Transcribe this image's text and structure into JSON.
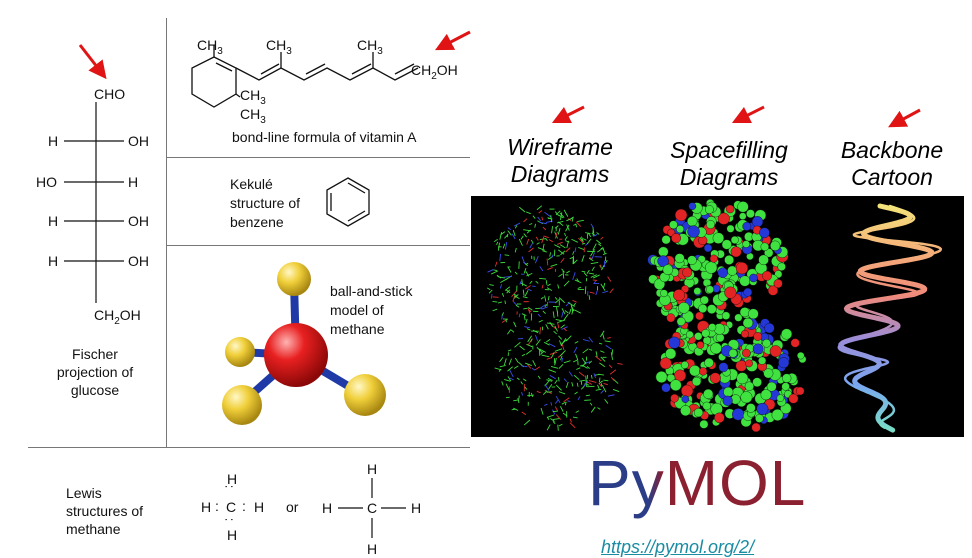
{
  "fischer": {
    "top": "CHO",
    "rows": [
      {
        "left": "H",
        "right": "OH"
      },
      {
        "left": "HO",
        "right": "H"
      },
      {
        "left": "H",
        "right": "OH"
      },
      {
        "left": "H",
        "right": "OH"
      }
    ],
    "bottom_pre": "CH",
    "bottom_sub": "2",
    "bottom_post": "OH",
    "caption": [
      "Fischer",
      "projection of",
      "glucose"
    ]
  },
  "vitamin_a": {
    "methyl": "CH",
    "methyl_sub": "3",
    "ch2oh_pre": "CH",
    "ch2oh_sub": "2",
    "ch2oh_post": "OH",
    "caption": "bond-line formula of vitamin A"
  },
  "benzene": {
    "caption": [
      "Kekulé",
      "structure of",
      "benzene"
    ]
  },
  "methane_ball": {
    "caption": [
      "ball-and-stick",
      "model of",
      "methane"
    ]
  },
  "lewis": {
    "caption": [
      "Lewis",
      "structures of",
      "methane"
    ],
    "h": "H",
    "c": "C",
    "colon": ":",
    "or": "or"
  },
  "representations": [
    {
      "line1": "Wireframe",
      "line2": "Diagrams"
    },
    {
      "line1": "Spacefilling",
      "line2": "Diagrams"
    },
    {
      "line1": "Backbone",
      "line2": "Cartoon"
    }
  ],
  "pymol": {
    "logo_text": "PyMOL",
    "url": "https://pymol.org/2/"
  },
  "colors": {
    "arrow": "#e01414",
    "grid_line": "#777777",
    "mol_background": "#000000",
    "link": "#1a8ca3"
  }
}
